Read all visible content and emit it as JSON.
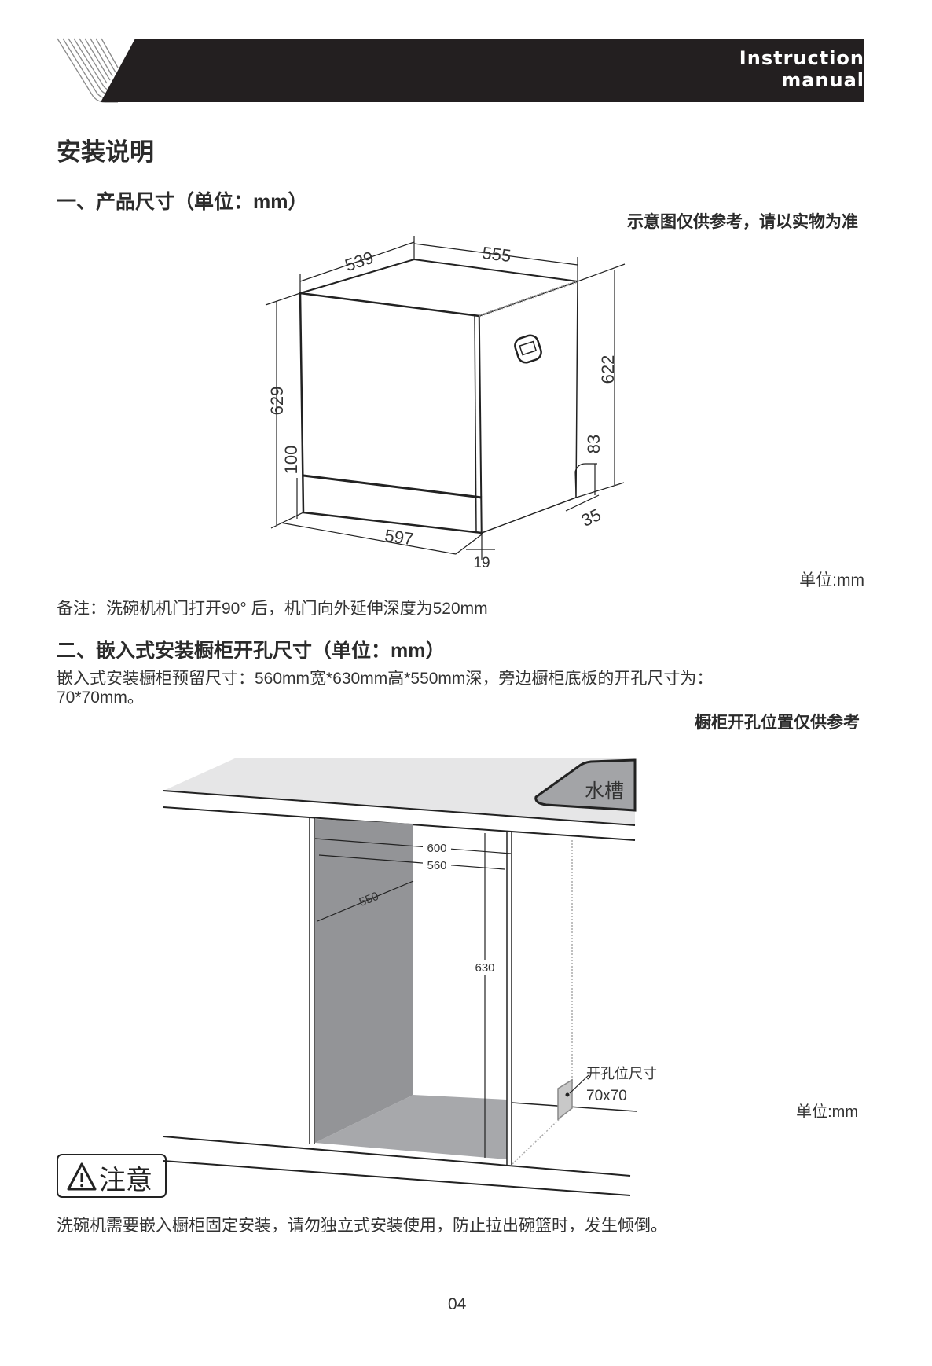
{
  "header": {
    "title_line1": "Instruction",
    "title_line2": "manual"
  },
  "page_title": "安装说明",
  "section1": {
    "heading": "一、产品尺寸（单位：mm）",
    "disclaimer": "示意图仅供参考，请以实物为准",
    "dimensions": {
      "depth_top": "539",
      "width_side": "555",
      "height_front": "629",
      "plinth": "100",
      "height_side": "622",
      "foot_height": "83",
      "foot_depth": "35",
      "width_front": "597",
      "door_thickness": "19"
    },
    "unit": "单位:mm",
    "remark": "备注：洗碗机机门打开90°  后，机门向外延伸深度为520mm"
  },
  "section2": {
    "heading": "二、嵌入式安装橱柜开孔尺寸（单位：mm）",
    "description_line1": "嵌入式安装橱柜预留尺寸：560mm宽*630mm高*550mm深，旁边橱柜底板的开孔尺寸为：",
    "description_line2": "70*70mm。",
    "disclaimer": "橱柜开孔位置仅供参考",
    "dimensions": {
      "outer_width": "600",
      "inner_width": "560",
      "depth": "550",
      "height": "630"
    },
    "sink_label": "水槽",
    "hole_label": "开孔位尺寸",
    "hole_size": "70x70",
    "unit": "单位:mm"
  },
  "caution": {
    "label": "注意",
    "text": "洗碗机需要嵌入橱柜固定安装，请勿独立式安装使用，防止拉出碗篮时，发生倾倒。"
  },
  "page_number": "04"
}
